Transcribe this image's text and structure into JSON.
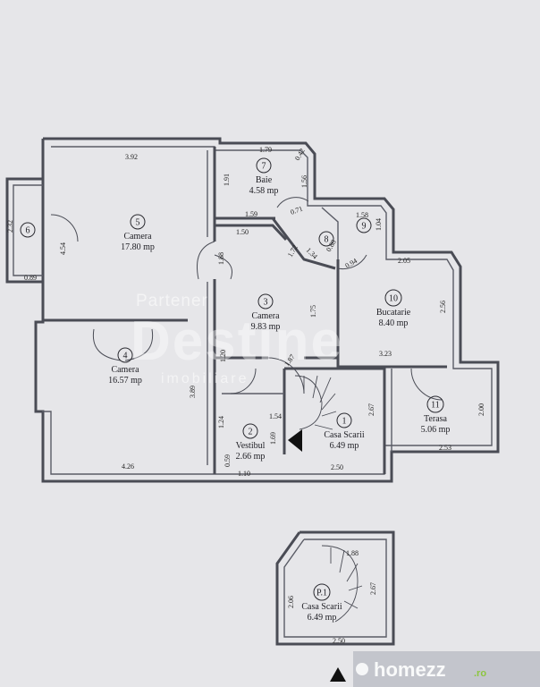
{
  "rooms": [
    {
      "id": "r1",
      "number": "1",
      "name": "Casa Scarii",
      "area": "6.49 mp"
    },
    {
      "id": "r2",
      "number": "2",
      "name": "Vestibul",
      "area": "2.66 mp"
    },
    {
      "id": "r3",
      "number": "3",
      "name": "Camera",
      "area": "9.83 mp"
    },
    {
      "id": "r4",
      "number": "4",
      "name": "Camera",
      "area": "16.57 mp"
    },
    {
      "id": "r5",
      "number": "5",
      "name": "Camera",
      "area": "17.80 mp"
    },
    {
      "id": "r6",
      "number": "6",
      "name": "",
      "area": ""
    },
    {
      "id": "r7",
      "number": "7",
      "name": "Baie",
      "area": "4.58 mp"
    },
    {
      "id": "r8",
      "number": "8",
      "name": "",
      "area": ""
    },
    {
      "id": "r9",
      "number": "9",
      "name": "",
      "area": ""
    },
    {
      "id": "r10",
      "number": "10",
      "name": "Bucatarie",
      "area": "8.40 mp"
    },
    {
      "id": "r11",
      "number": "11",
      "name": "Terasa",
      "area": "5.06 mp"
    },
    {
      "id": "rp1",
      "number": "P.1",
      "name": "Casa Scarii",
      "area": "6.49 mp"
    }
  ],
  "dimensions": [
    "3.92",
    "1.79",
    "0.42",
    "1.91",
    "1.56",
    "2.32",
    "4.54",
    "0.89",
    "1.59",
    "0.71",
    "1.58",
    "1.04",
    "1.50",
    "1.34",
    "1.72",
    "0.88",
    "0.94",
    "2.05",
    "2.56",
    "1.88",
    "1.75",
    "3.23",
    "1.20",
    "1.87",
    "3.89",
    "2.00",
    "1.24",
    "1.54",
    "1.69",
    "2.67",
    "2.53",
    "0.59",
    "1.10",
    "2.50",
    "4.26",
    "1.88",
    "2.67",
    "2.06",
    "2.50"
  ],
  "watermark": {
    "line1": "Partener",
    "line2": "Destine",
    "line3": "imobiliare"
  },
  "brand": {
    "name": "homezz",
    "suffix": ".ro"
  },
  "colors": {
    "background": "#e6e6e9",
    "walls": "#4a4c55",
    "brand_green": "#8cc63f"
  }
}
